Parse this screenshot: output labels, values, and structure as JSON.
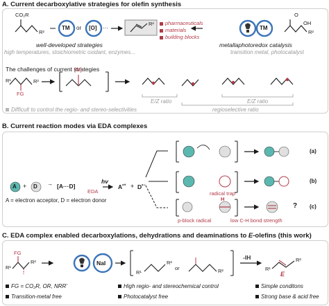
{
  "sectionA": {
    "title": "A. Current decarboxylative strategies for olefin synthesis",
    "co2r": "CO₂R",
    "tm": "TM",
    "or": "or",
    "o": "[O]",
    "dots": "···",
    "r2_left": "R²",
    "r2_prod": "R²",
    "uses": [
      "pharmaceuticals",
      "materials",
      "building blocks"
    ],
    "left_caption": "well-developed strategies",
    "left_caption_sub": "high temperatures, stoichiometric oxidant, enzymes...",
    "o2h": "O",
    "oh": "OH",
    "r2_right": "R²",
    "right_tm": "TM",
    "right_caption": "metallaphotoredox catalysis",
    "right_caption_sub": "transition metal, photocatalyst",
    "challenges_title": "The challenges of current strategies",
    "fg": "FG",
    "r1": "R¹",
    "r2_c": "R²",
    "m": "[M]",
    "ez1": "E/Z ratio",
    "regio": "regioselective ratio",
    "ez2": "E/Z ratio",
    "difficulty": "Difficult to control the regio- and stereo-selectivities"
  },
  "sectionB": {
    "title": "B. Current reaction modes via EDA complexes",
    "a": "A",
    "plus": "+",
    "d": "D",
    "complex": "[A···D]",
    "eda": "EDA",
    "hv": "hv",
    "aplus": "A",
    "dminus": "D",
    "legend": "A = electron acceptor, D = electron donor",
    "mode_a": "(a)",
    "mode_b": "(b)",
    "mode_c": "(c)",
    "radical_trap": "radical trap",
    "pblock": "p-block radical",
    "ch": "low C-H bond strength",
    "h": "H",
    "question": "?"
  },
  "sectionC": {
    "title_prefix": "C. EDA complex enabled decarboxylations, dehydrations and deaminations to ",
    "title_e": "E",
    "title_suffix": "-olefins (",
    "title_this": "this work",
    "title_end": ")",
    "fg": "FG",
    "r1": "R¹",
    "r2": "R²",
    "nai": "NaI",
    "or": "or",
    "minus_ih": "-IH",
    "e": "E",
    "features": [
      "FG = CO₂R, OR, NRR'",
      "High regio- and stereochemical control",
      "Simple conditons",
      "Transition-metal free",
      "Photocatalyst free",
      "Strong base & acid free"
    ]
  }
}
